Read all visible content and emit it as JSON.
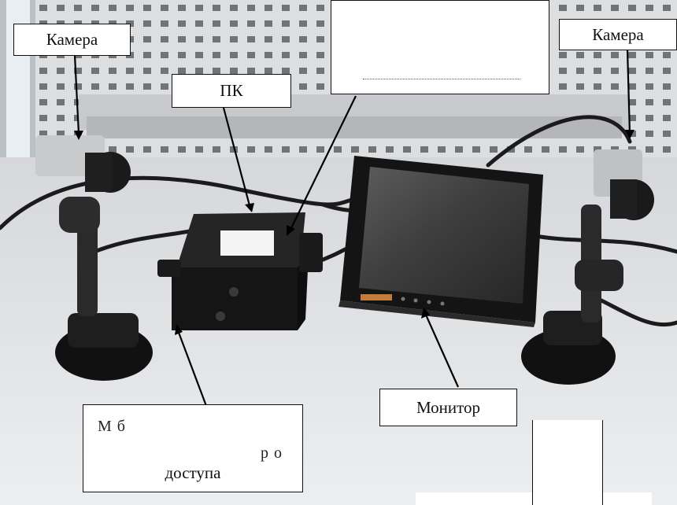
{
  "labels": {
    "camera_left": "Камера",
    "camera_right": "Камера",
    "pc": "ПК",
    "monitor": "Монитор",
    "access_module_tail": "доступа",
    "access_module_line1_fragment": "М б ",
    "access_module_line2_fragment": "р о"
  },
  "colors": {
    "label_bg": "#ffffff",
    "label_border": "#111111",
    "label_text": "#111111",
    "pointer_line": "#000000",
    "pc_box": "#151515",
    "monitor_bezel": "#141414",
    "desk": "#dfe1e4",
    "pegboard": "#d9dbdd"
  }
}
